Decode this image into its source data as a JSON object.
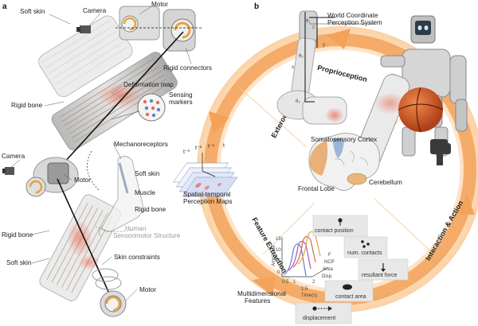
{
  "panel_a": {
    "letter": "a",
    "labels": {
      "soft_skin_top": "Soft skin",
      "camera_top": "Camera",
      "motor_top": "Motor",
      "rigid_connectors": "Rigid connectors",
      "deformation_map": "Deformation map",
      "sensing_markers": "Sensing\nmarkers",
      "rigid_bone_top": "Rigid bone",
      "mechanoreceptors": "Mechanoreceptors",
      "camera_left": "Camera",
      "soft_skin_mid": "Soft skin",
      "motor_mid": "Motor",
      "muscle": "Muscle",
      "rigid_bone_mid": "Rigid bone",
      "human_structure": "Human\nSensorimotor Structure",
      "rigid_bone_low": "Rigid bone",
      "skin_constraints": "Skin constraints",
      "soft_skin_low": "Soft skin",
      "motor_low": "Motor"
    }
  },
  "panel_b": {
    "letter": "b",
    "world_coord": "World Coordinate\nPerception System",
    "proprioception": "Proprioception",
    "exteroception": "Exteroception",
    "feature_extraction": "Feature Extraction",
    "interaction_action": "Interaction & Action",
    "somatosensory": "Somatosensory Cortex",
    "frontal_lobe": "Frontal Lobe",
    "cerebellum": "Cerebellum",
    "spatial_temporal": "Spatial-temporal\nPerception Maps",
    "time_labels": [
      "t⁻³",
      "t⁻²",
      "t⁻¹",
      "t"
    ],
    "multidimensional": "Multidimensional\nFeatures",
    "chart": {
      "ylabel": "Amplitude",
      "xlabel": "Time(s)",
      "yticks": [
        "15",
        "10",
        "5",
        "0"
      ],
      "xticks": [
        "0.5",
        "1",
        "1.5",
        "2"
      ],
      "series_labels": [
        "F",
        "NCP",
        "Area",
        "Disp."
      ]
    },
    "features": {
      "contact_position": "contact position",
      "num_contacts": "num. contacts",
      "resultant_force": "resultant force",
      "contact_area": "contact area",
      "displacement": "displacement"
    },
    "frame_labels": {
      "theta1": "θ₁",
      "theta2": "θ₂",
      "theta3": "θ₃",
      "x": "x",
      "y": "y",
      "z": "z"
    }
  },
  "colors": {
    "orange_ring": "#f3a25a",
    "ring_light": "#fde6cf",
    "bone_grey": "#c9c9c9",
    "skin_red": "#e86a56",
    "motor_orange": "#e8a23a",
    "brain_orange": "#e9a86a",
    "brain_blue": "#9cb7d6"
  }
}
